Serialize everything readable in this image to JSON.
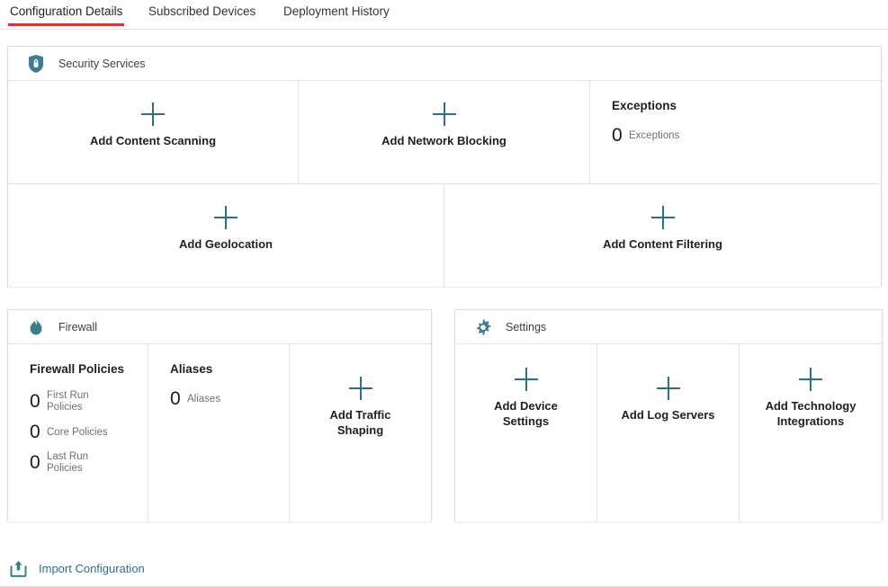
{
  "tabs": [
    {
      "label": "Configuration Details",
      "active": true
    },
    {
      "label": "Subscribed Devices",
      "active": false
    },
    {
      "label": "Deployment History",
      "active": false
    }
  ],
  "colors": {
    "accent_teal": "#2a7186",
    "icon_teal": "#3a7d8c",
    "active_tab_underline": "#ee2b2b",
    "border": "#dcdcdc",
    "muted_text": "#6f6f6f"
  },
  "panels": {
    "security": {
      "title": "Security Services",
      "icon": "shield-lock-icon",
      "row1": [
        {
          "type": "add",
          "icon": "plus-icon",
          "label": "Add Content Scanning"
        },
        {
          "type": "add",
          "icon": "plus-icon",
          "label": "Add Network Blocking"
        },
        {
          "type": "stat",
          "title": "Exceptions",
          "stats": [
            {
              "count": "0",
              "label": "Exceptions"
            }
          ]
        }
      ],
      "row2": [
        {
          "type": "add",
          "icon": "plus-icon",
          "label": "Add Geolocation"
        },
        {
          "type": "add",
          "icon": "plus-icon",
          "label": "Add Content Filtering"
        }
      ]
    },
    "firewall": {
      "title": "Firewall",
      "icon": "flame-icon",
      "cards": [
        {
          "type": "stat",
          "title": "Firewall Policies",
          "stats": [
            {
              "count": "0",
              "label": "First Run Policies"
            },
            {
              "count": "0",
              "label": "Core Policies"
            },
            {
              "count": "0",
              "label": "Last Run Policies"
            }
          ]
        },
        {
          "type": "stat",
          "title": "Aliases",
          "stats": [
            {
              "count": "0",
              "label": "Aliases"
            }
          ]
        },
        {
          "type": "add",
          "icon": "plus-icon",
          "label": "Add Traffic Shaping"
        }
      ]
    },
    "settings": {
      "title": "Settings",
      "icon": "gear-icon",
      "cards": [
        {
          "type": "add",
          "icon": "plus-icon",
          "label": "Add Device Settings"
        },
        {
          "type": "add",
          "icon": "plus-icon",
          "label": "Add Log Servers"
        },
        {
          "type": "add",
          "icon": "plus-icon",
          "label": "Add Technology Integrations"
        }
      ]
    }
  },
  "footer": {
    "import_label": "Import Configuration",
    "icon": "upload-icon"
  }
}
